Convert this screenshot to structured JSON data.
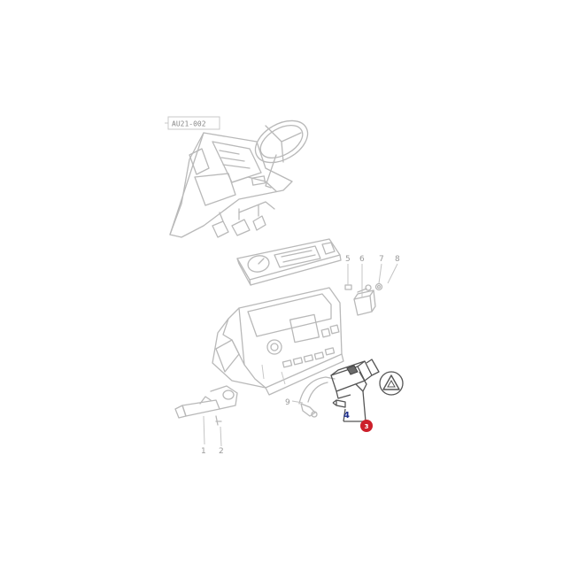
{
  "reference_code": "AU21-002",
  "callouts": {
    "c1": "1",
    "c2": "2",
    "c3": "3",
    "c4": "4",
    "c5": "5",
    "c6": "6",
    "c7": "7",
    "c8": "8",
    "c9": "9"
  },
  "colors": {
    "line": "#b9b9b9",
    "highlight_part": "#555555",
    "badge_red": "#cc1f2a",
    "label_blue": "#1e2f8c"
  },
  "icons": {
    "hazard": "hazard-triangle-icon"
  }
}
